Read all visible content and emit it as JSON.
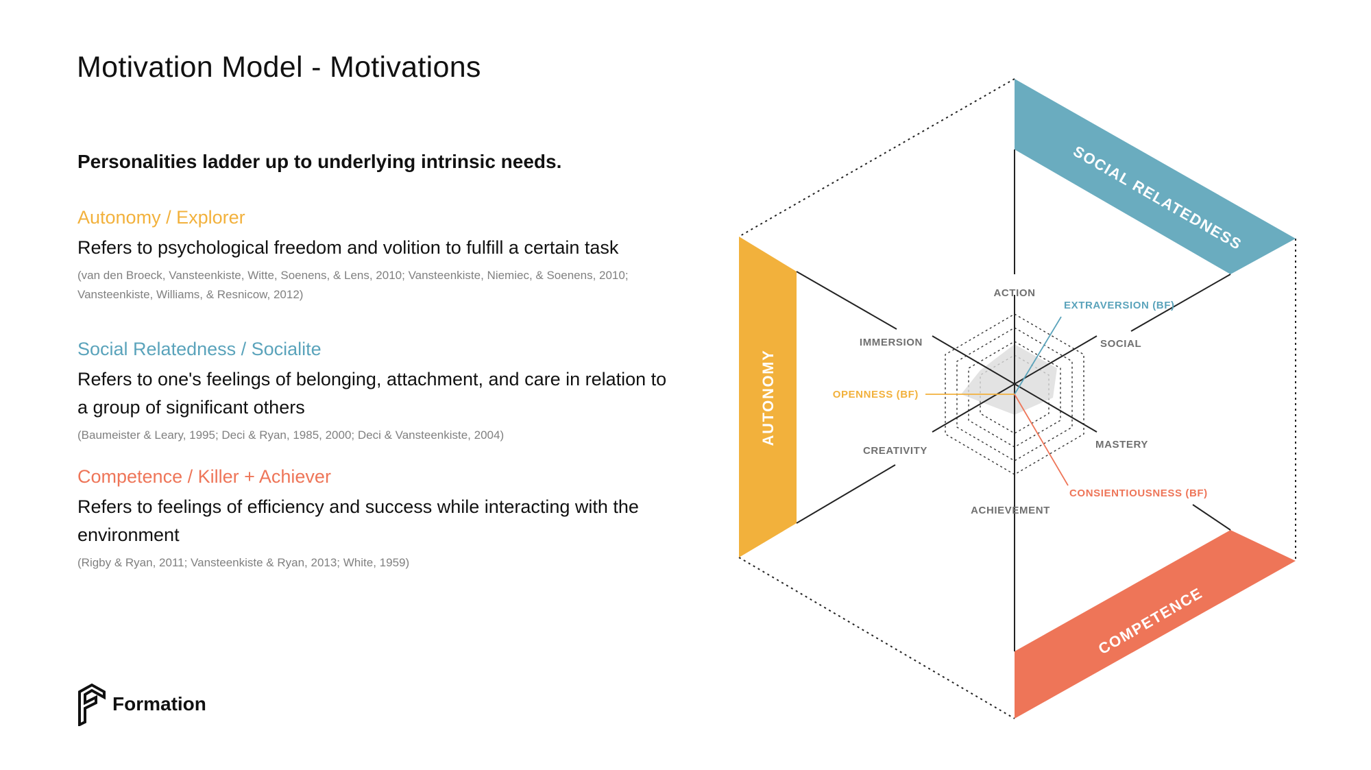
{
  "title": "Motivation Model - Motivations",
  "subtitle": "Personalities ladder up to underlying intrinsic needs.",
  "needs": {
    "autonomy": {
      "heading": "Autonomy / Explorer",
      "description": "Refers to psychological freedom and volition to fulfill a certain task",
      "references": "(van den Broeck, Vansteenkiste, Witte, Soenens, & Lens, 2010; Vansteenkiste, Niemiec, & Soenens, 2010; Vansteenkiste, Williams, & Resnicow, 2012)",
      "color": "#f2b13c"
    },
    "social": {
      "heading": "Social Relatedness / Socialite",
      "description": "Refers to one's feelings of belonging, attachment, and care in relation to a group of significant others",
      "references": "(Baumeister & Leary, 1995; Deci & Ryan, 1985, 2000; Deci & Vansteenkiste, 2004)",
      "color": "#5aa3bb"
    },
    "competence": {
      "heading": "Competence / Killer + Achiever",
      "description": "Refers to feelings of efficiency and success while interacting with the environment",
      "references": "(Rigby & Ryan, 2011; Vansteenkiste & Ryan, 2013; White, 1959)",
      "color": "#ee7558"
    }
  },
  "diagram": {
    "bands": {
      "social": "SOCIAL RELATEDNESS",
      "autonomy": "AUTONOMY",
      "competence": "COMPETENCE"
    },
    "axes": {
      "action": "ACTION",
      "social": "SOCIAL",
      "mastery": "MASTERY",
      "achievement": "ACHIEVEMENT",
      "creativity": "CREATIVITY",
      "immersion": "IMMERSION"
    },
    "traits": {
      "extraversion": "EXTRAVERSION (BF)",
      "openness": "OPENNESS (BF)",
      "conscientiousness": "CONSIENTIOUSNESS (BF)"
    }
  },
  "logo": {
    "text": "Formation"
  }
}
